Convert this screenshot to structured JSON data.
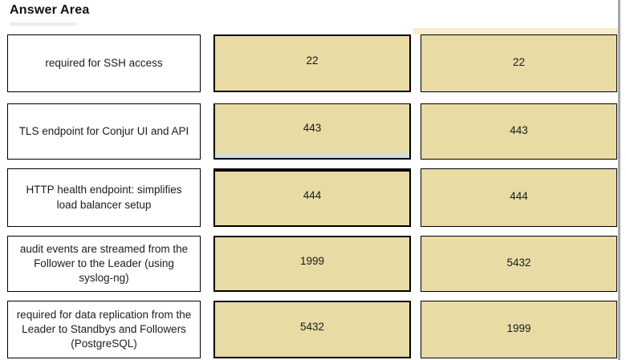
{
  "title": "Answer Area",
  "colors": {
    "chip_fill": "#e8dba4",
    "chip_border": "#000000",
    "drag_highlight_strip": "#cde0dd",
    "window_edge": "#a6a6a6"
  },
  "rows": [
    {
      "label": "required for SSH access",
      "middle": "22",
      "right": "22"
    },
    {
      "label": "TLS endpoint for Conjur UI and API",
      "middle": "443",
      "right": "443"
    },
    {
      "label": "HTTP health endpoint: simplifies load balancer setup",
      "middle": "444",
      "right": "444"
    },
    {
      "label": "audit events are streamed from the Follower to the Leader (using syslog-ng)",
      "middle": "1999",
      "right": "5432"
    },
    {
      "label": "required for data replication from the Leader to Standbys and Followers (PostgreSQL)",
      "middle": "5432",
      "right": "1999"
    }
  ]
}
